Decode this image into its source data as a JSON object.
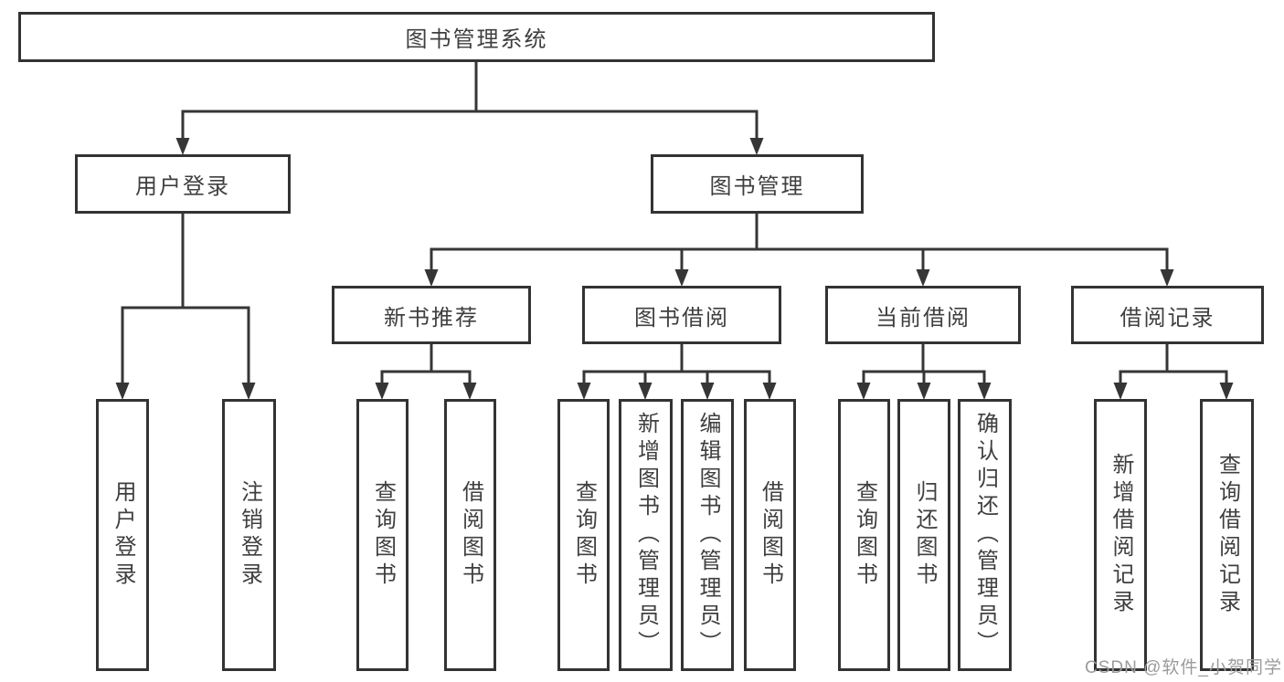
{
  "diagram": {
    "root": {
      "label": "图书管理系统"
    },
    "branches": {
      "user_login": {
        "label": "用户登录",
        "children": {
          "login": "用户登录",
          "logout": "注销登录"
        }
      },
      "book_mgmt": {
        "label": "图书管理"
      }
    },
    "modules": {
      "new_book": {
        "label": "新书推荐",
        "children": {
          "query": "查询图书",
          "borrow": "借阅图书"
        }
      },
      "book_borrow": {
        "label": "图书借阅",
        "children": {
          "query": "查询图书",
          "add": "新增图书（管理员）",
          "edit": "编辑图书（管理员）",
          "borrow": "借阅图书"
        }
      },
      "current_borrow": {
        "label": "当前借阅",
        "children": {
          "query": "查询图书",
          "return": "归还图书",
          "confirm": "确认归还（管理员）"
        }
      },
      "borrow_record": {
        "label": "借阅记录",
        "children": {
          "add": "新增借阅记录",
          "query": "查询借阅记录"
        }
      }
    }
  },
  "watermark": {
    "text": "CSDN @软件_小贺同学"
  },
  "colors": {
    "line": "#363636",
    "box_border": "#333333",
    "text": "#3f3f3f",
    "watermark": "#9b9b9b",
    "background": "#ffffff"
  }
}
